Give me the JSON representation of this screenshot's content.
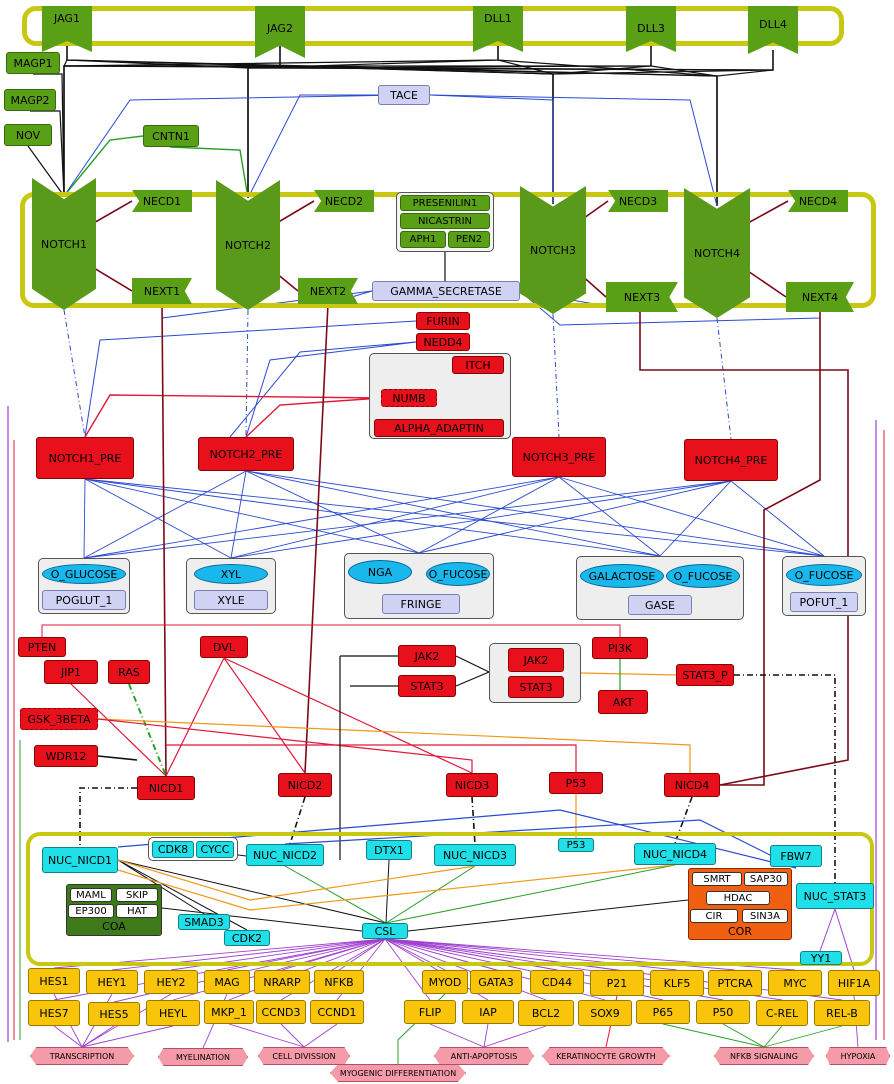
{
  "ligands": {
    "jag1": "JAG1",
    "jag2": "JAG2",
    "dll1": "DLL1",
    "dll3": "DLL3",
    "dll4": "DLL4"
  },
  "receptors": {
    "notch1": "NOTCH1",
    "notch2": "NOTCH2",
    "notch3": "NOTCH3",
    "notch4": "NOTCH4"
  },
  "left_ligands": {
    "magp1": "MAGP1",
    "magp2": "MAGP2",
    "nov": "NOV",
    "cntn1": "CNTN1",
    "tace": "TACE"
  },
  "ecd": {
    "necd1": "NECD1",
    "necd2": "NECD2",
    "necd3": "NECD3",
    "necd4": "NECD4"
  },
  "ext": {
    "next1": "NEXT1",
    "next2": "NEXT2",
    "next3": "NEXT3",
    "next4": "NEXT4"
  },
  "gamma": {
    "presenilin1": "PRESENILIN1",
    "nicastrin": "NICASTRIN",
    "aph1": "APH1",
    "pen2": "PEN2",
    "gamma_secretase": "GAMMA_SECRETASE"
  },
  "precursors": {
    "p1": "NOTCH1_PRE",
    "p2": "NOTCH2_PRE",
    "p3": "NOTCH3_PRE",
    "p4": "NOTCH4_PRE"
  },
  "red": {
    "furin": "FURIN",
    "nedd4": "NEDD4",
    "itch": "ITCH",
    "numb": "NUMB",
    "alpha_adaptin": "ALPHA_ADAPTIN",
    "pten": "PTEN",
    "jip1": "JIP1",
    "ras": "RAS",
    "dvl": "DVL",
    "gsk3b": "GSK_3BETA",
    "wdr12": "WDR12",
    "jak2": "JAK2",
    "stat3": "STAT3",
    "jak2c": "JAK2",
    "stat3c": "STAT3",
    "pi3k": "PI3K",
    "akt": "AKT",
    "stat3p": "STAT3_P",
    "nicd1": "NICD1",
    "nicd2": "NICD2",
    "nicd3": "NICD3",
    "nicd4": "NICD4",
    "p53": "P53"
  },
  "glyco": {
    "o_glucose": "O_GLUCOSE",
    "poglut1": "POGLUT_1",
    "xyl": "XYL",
    "xyle": "XYLE",
    "nga": "NGA",
    "o_fucose1": "O_FUCOSE",
    "fringe": "FRINGE",
    "galactose": "GALACTOSE",
    "o_fucose2": "O_FUCOSE",
    "gase": "GASE",
    "o_fucose3": "O_FUCOSE",
    "pofut1": "POFUT_1"
  },
  "nucleus": {
    "nuc_nicd1": "NUC_NICD1",
    "cdk8": "CDK8",
    "cycc": "CYCC",
    "nuc_nicd2": "NUC_NICD2",
    "dtx1": "DTX1",
    "nuc_nicd3": "NUC_NICD3",
    "p53n": "P53",
    "nuc_nicd4": "NUC_NICD4",
    "fbw7": "FBW7",
    "nuc_stat3": "NUC_STAT3",
    "smad3": "SMAD3",
    "cdk2": "CDK2",
    "csl": "CSL",
    "yy1": "YY1",
    "maml": "MAML",
    "skip": "SKIP",
    "ep300": "EP300",
    "hat": "HAT",
    "coa": "COA",
    "smrt": "SMRT",
    "sap30": "SAP30",
    "hdac": "HDAC",
    "cir": "CIR",
    "sin3a": "SIN3A",
    "cor": "COR"
  },
  "targets": {
    "hes1": "HES1",
    "hey1": "HEY1",
    "hey2": "HEY2",
    "mag": "MAG",
    "nrarp": "NRARP",
    "nfkb": "NFKB",
    "myod": "MYOD",
    "gata3": "GATA3",
    "cd44": "CD44",
    "p21": "P21",
    "klf5": "KLF5",
    "ptcra": "PTCRA",
    "myc": "MYC",
    "hif1a": "HIF1A",
    "hes7": "HES7",
    "hes5": "HES5",
    "heyl": "HEYL",
    "mkp1": "MKP_1",
    "ccnd3": "CCND3",
    "ccnd1": "CCND1",
    "flip": "FLIP",
    "iap": "IAP",
    "bcl2": "BCL2",
    "sox9": "SOX9",
    "p65": "P65",
    "p50": "P50",
    "crel": "C-REL",
    "relb": "REL-B"
  },
  "phenotypes": {
    "transcription": "TRANSCRIPTION",
    "myelination": "MYELINATION",
    "cell_division": "CELL DIVISSION",
    "myogenic": "MYOGENIC DIFFERENTIATION",
    "anti_apoptosis": "ANTI-APOPTOSIS",
    "keratinocyte": "KERATINOCYTE GROWTH",
    "nfkb_signaling": "NFKB SIGNALING",
    "hypoxia": "HYPOXIA"
  },
  "colors": {
    "membrane": "#c8c812",
    "receptor": "#5a9a1a",
    "protein_red": "#e8101a",
    "target_gene": "#f8c50a",
    "nuclear": "#1fe0e8",
    "gamma_complex": "#cfd2f3",
    "sugar": "#18b8ec",
    "corepressor": "#f06010",
    "coactivator": "#3e7a1a",
    "phenotype": "#f59aa8"
  }
}
